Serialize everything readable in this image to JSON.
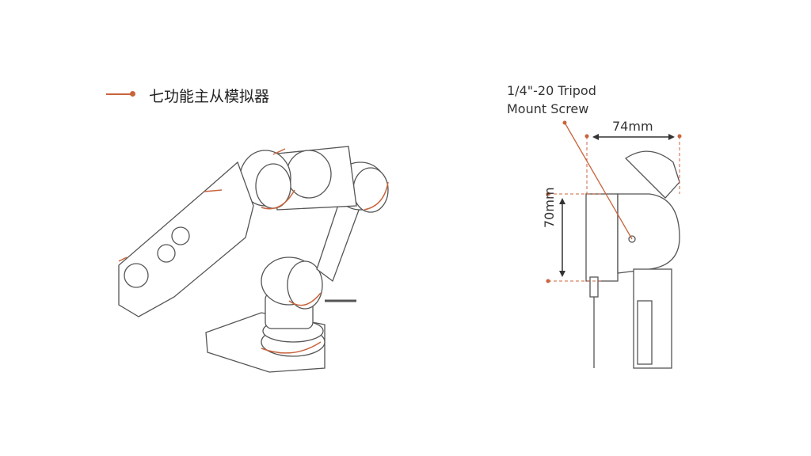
{
  "legend": {
    "label": "七功能主从模拟器",
    "color": "#c8643c"
  },
  "dimensions": {
    "mount_line1": "1/4\"-20 Tripod",
    "mount_line2": "Mount Screw",
    "width": "74mm",
    "height": "70mm"
  }
}
